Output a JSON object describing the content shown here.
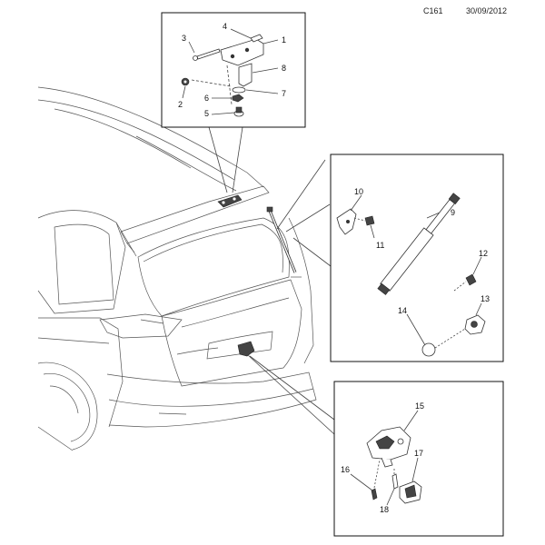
{
  "header": {
    "code": "C161",
    "date": "30/09/2012"
  },
  "callouts": {
    "c1": "1",
    "c2": "2",
    "c3": "3",
    "c4": "4",
    "c5": "5",
    "c6": "6",
    "c7": "7",
    "c8": "8",
    "c9": "9",
    "c10": "10",
    "c11": "11",
    "c12": "12",
    "c13": "13",
    "c14": "14",
    "c15": "15",
    "c16": "16",
    "c17": "17",
    "c18": "18"
  }
}
